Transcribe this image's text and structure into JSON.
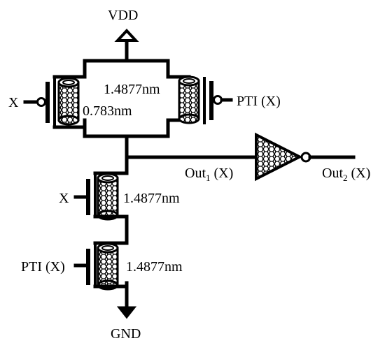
{
  "labels": {
    "vdd": "VDD",
    "gnd": "GND",
    "x_left": "X",
    "pti_right": "PTI (X)",
    "nm_top": "1.4877nm",
    "nm_small": "0.783nm",
    "out1_main": "Out",
    "out1_sub": "1",
    "out1_tail": " (X)",
    "out2_main": "Out",
    "out2_sub": "2",
    "out2_tail": " (X)",
    "x_mid": "X",
    "nm_mid": "1.4877nm",
    "pti_bottom": "PTI (X)",
    "nm_bottom": "1.4877nm"
  },
  "colors": {
    "line": "#000000",
    "background": "#ffffff"
  },
  "icons": {
    "transistor": "cntfet-nanotube-icon",
    "inverter": "inverter-icon",
    "supply": "arrow-up-icon",
    "ground": "arrow-down-icon"
  }
}
